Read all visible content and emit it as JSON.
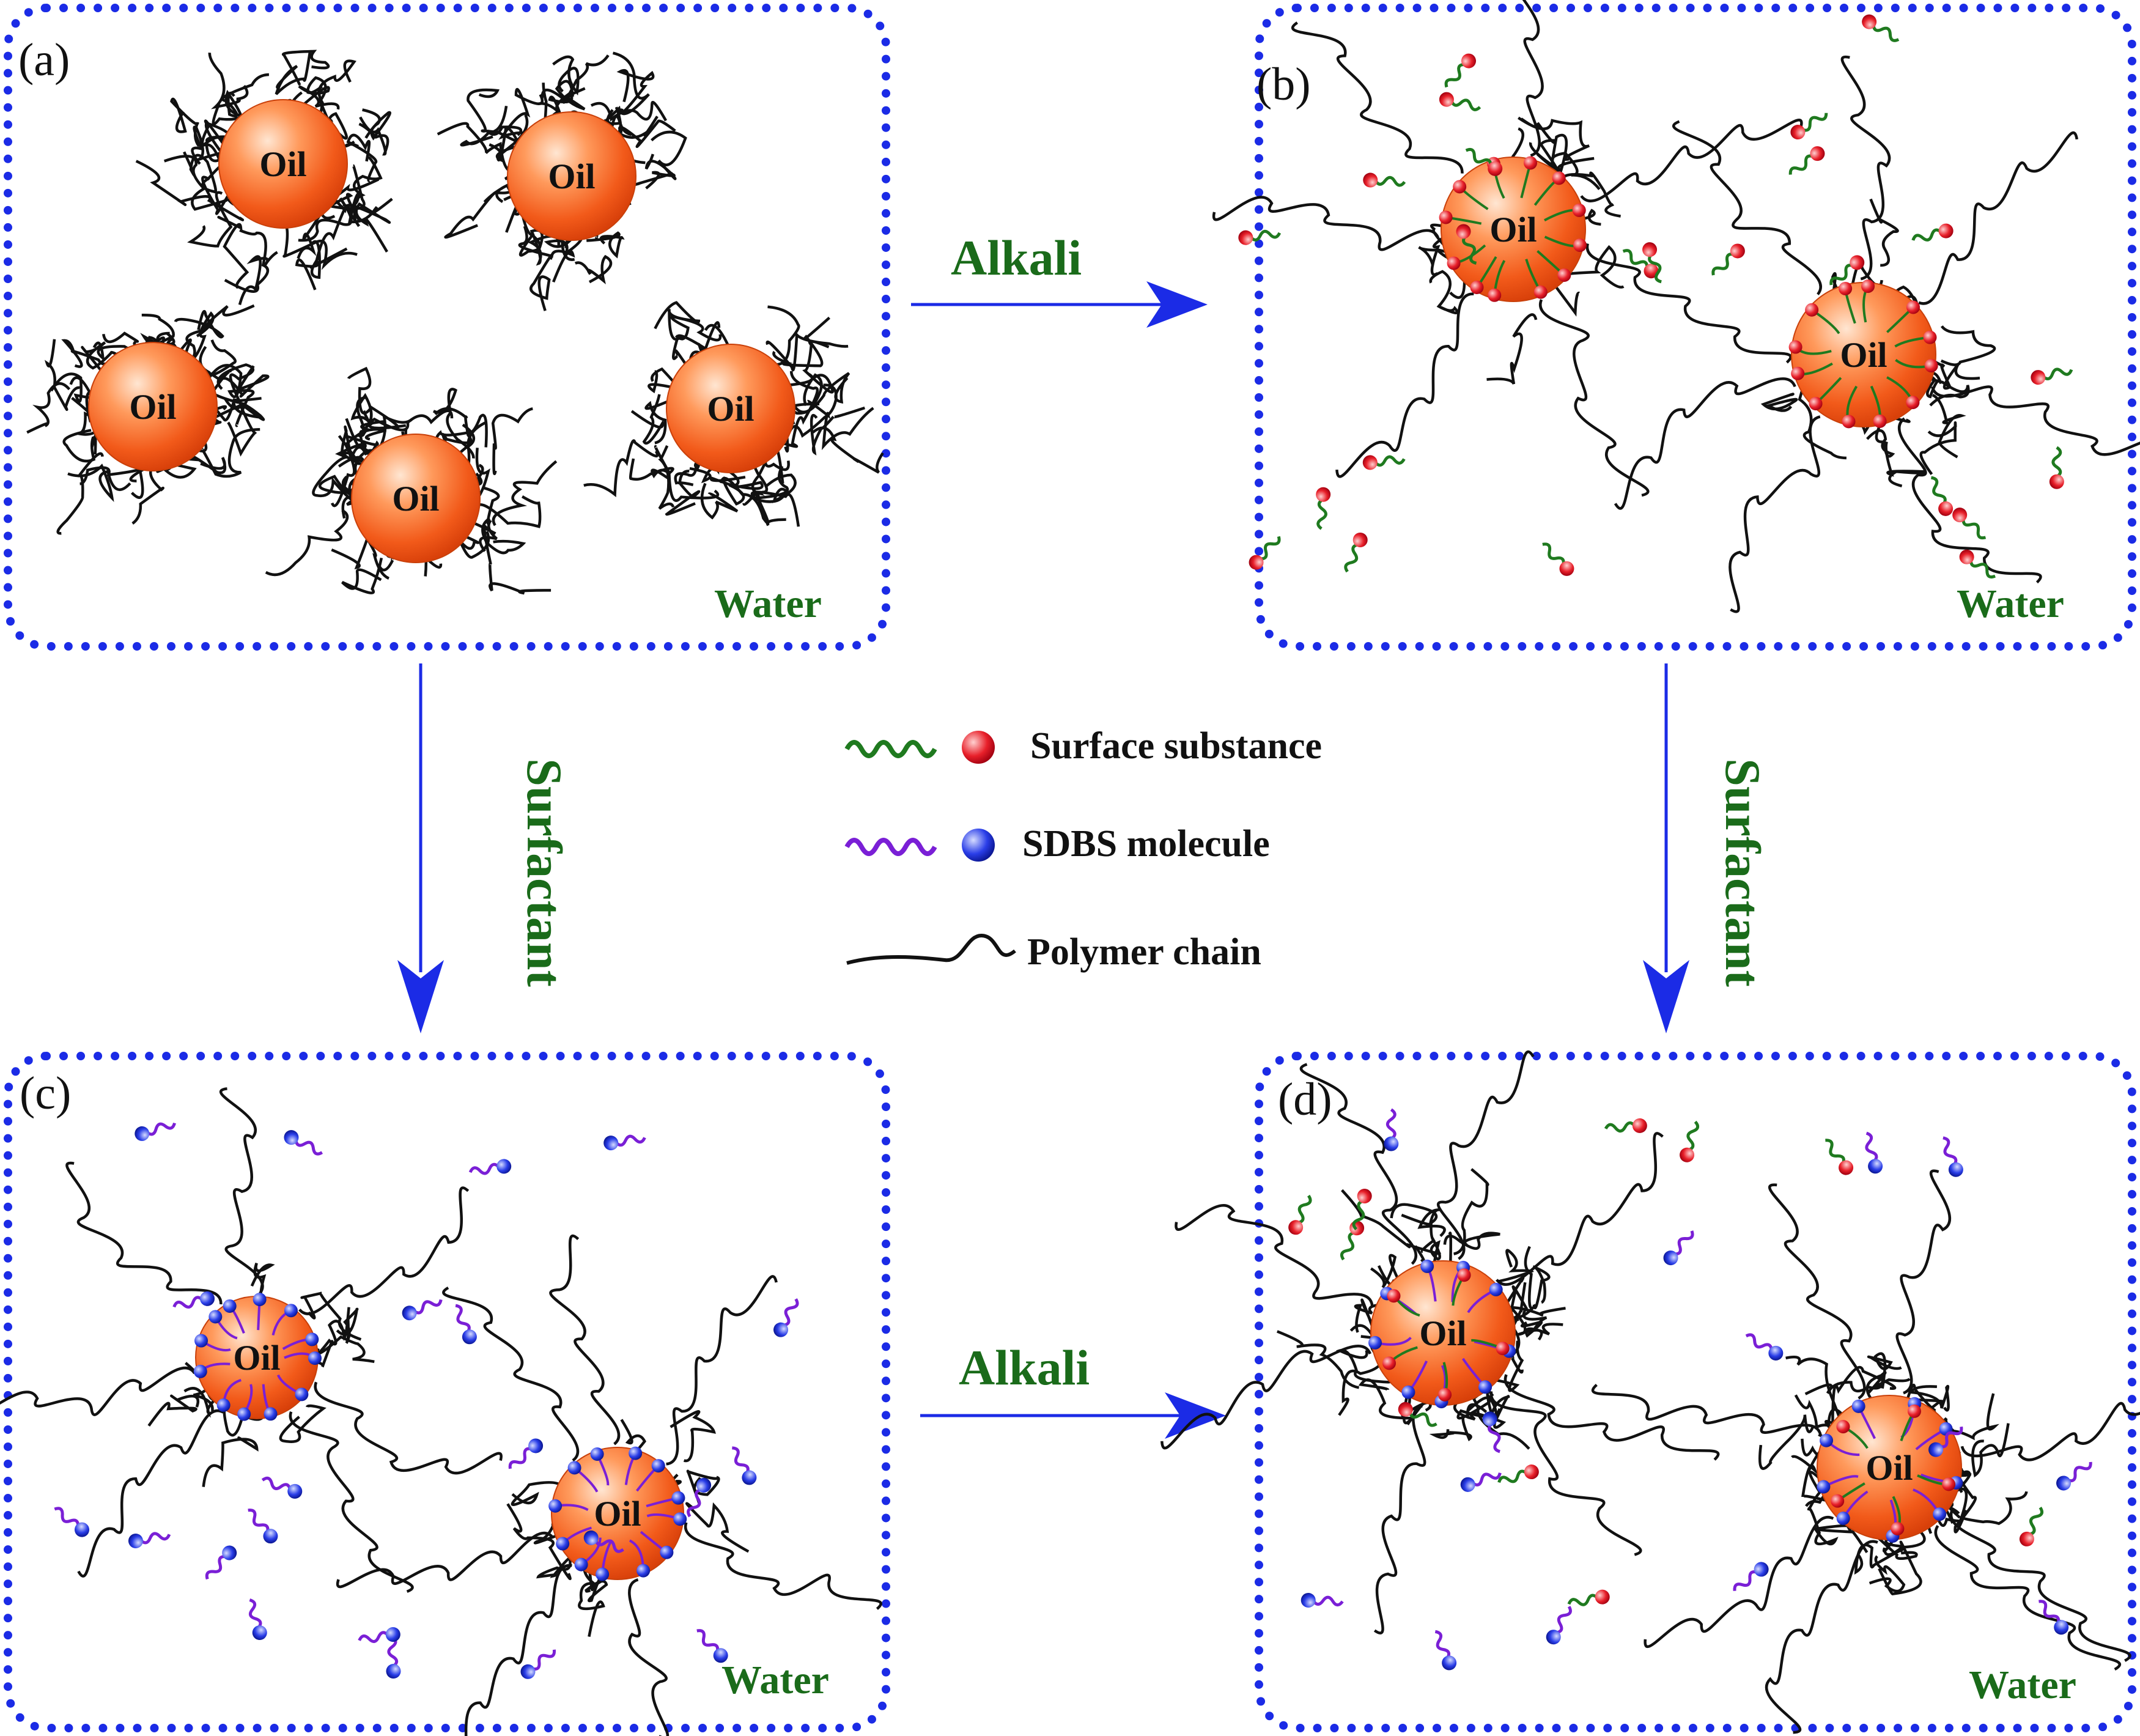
{
  "panels": {
    "a": {
      "label": "(a)",
      "medium": "Water",
      "droplet_text": "Oil"
    },
    "b": {
      "label": "(b)",
      "medium": "Water",
      "droplet_text": "Oil"
    },
    "c": {
      "label": "(c)",
      "medium": "Water",
      "droplet_text": "Oil"
    },
    "d": {
      "label": "(d)",
      "medium": "Water",
      "droplet_text": "Oil"
    }
  },
  "arrows": {
    "a_to_b": "Alkali",
    "c_to_d": "Alkali",
    "a_to_c": "Surfactant",
    "b_to_d": "Surfactant"
  },
  "legend": {
    "surface_substance": "Surface substance",
    "sdbs_molecule": "SDBS molecule",
    "polymer_chain": "Polymer chain"
  },
  "colors": {
    "panel_border": "#1b2be6",
    "arrow": "#1b2be6",
    "oil_fill": "#f25a1a",
    "oil_highlight": "#ffd9c0",
    "green_label": "#1a6b1a",
    "surface_tail": "#1f7a1f",
    "surface_head": "#e8202a",
    "sdbs_tail": "#7a1fd6",
    "sdbs_head": "#2a3ee8",
    "polymer": "#111111"
  },
  "droplet_counts": {
    "a": 5,
    "b": 2,
    "c": 2,
    "d": 2
  }
}
